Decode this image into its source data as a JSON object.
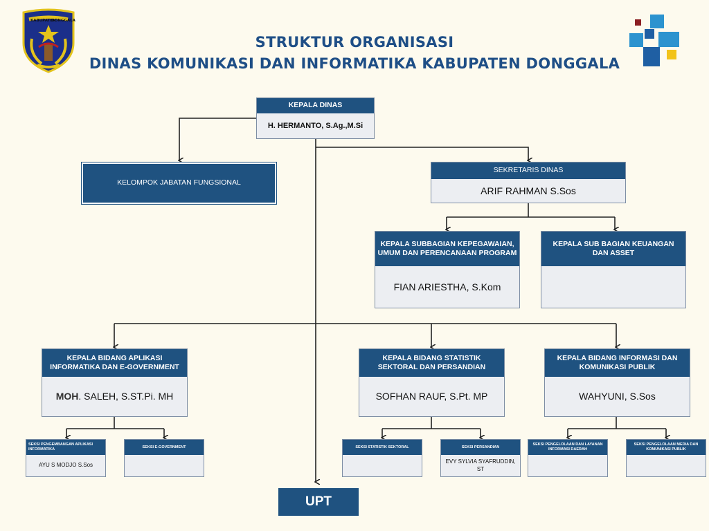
{
  "header": {
    "title_line1": "STRUKTUR ORGANISASI",
    "title_line2": "DINAS KOMUNIKASI DAN INFORMATIKA KABUPATEN DONGGALA",
    "logo_left_text_left": "KABUPATEN",
    "logo_left_text_right": "DONGGALA",
    "logo_left_icon": "regency-emblem-icon",
    "logo_right_icon": "kominfo-logo-icon"
  },
  "colors": {
    "header_fill": "#1f5280",
    "title": "#1e4e86",
    "background": "#fdfaee"
  },
  "nodes": {
    "kepala_dinas": {
      "title": "KEPALA DINAS",
      "name": "H. HERMANTO, S.Ag.,M.Si"
    },
    "fungsional": {
      "title": "KELOMPOK JABATAN FUNGSIONAL"
    },
    "sekretaris": {
      "title": "SEKRETARIS DINAS",
      "name": "ARIF RAHMAN S.Sos"
    },
    "subbag_kepegawaian": {
      "title": "KEPALA SUBBAGIAN KEPEGAWAIAN, UMUM DAN PERENCANAAN PROGRAM",
      "name": "FIAN ARIESTHA, S.Kom"
    },
    "subbag_keuangan": {
      "title": "KEPALA SUB BAGIAN KEUANGAN DAN ASSET",
      "name": ""
    },
    "bidang_aplikasi": {
      "title": "KEPALA BIDANG APLIKASI INFORMATIKA DAN E-GOVERNMENT",
      "name_prefix": "MOH",
      "name": ". SALEH, S.ST.Pi. MH"
    },
    "bidang_statistik": {
      "title": "KEPALA BIDANG STATISTIK SEKTORAL DAN PERSANDIAN",
      "name": "SOFHAN RAUF, S.Pt. MP"
    },
    "bidang_informasi": {
      "title": "KEPALA BIDANG INFORMASI DAN KOMUNIKASI PUBLIK",
      "name": "WAHYUNI, S.Sos"
    },
    "seksi_pengembangan": {
      "title": "SEKSI PENGEMBANGAN APLIKASI INFORMATIKA",
      "name": "AYU S MODJO S.Sos"
    },
    "seksi_egov": {
      "title": "SEKSI E-GOVERNMENT",
      "name": ""
    },
    "seksi_statistik": {
      "title": "SEKSI STATISTIK SEKTORAL",
      "name": ""
    },
    "seksi_persandian": {
      "title": "SEKSI PERSANDIAN",
      "name": "EVY SYLVIA SYAFRUDDIN, ST"
    },
    "seksi_layanan": {
      "title": "SEKSI PENGELOLAAN DAN LAYANAN INFORMASI DAERAH",
      "name": ""
    },
    "seksi_media": {
      "title": "SEKSI PENGELOLAAN MEDIA DAN KOMUNIKASI PUBLIK",
      "name": ""
    },
    "upt": {
      "title": "UPT"
    }
  }
}
